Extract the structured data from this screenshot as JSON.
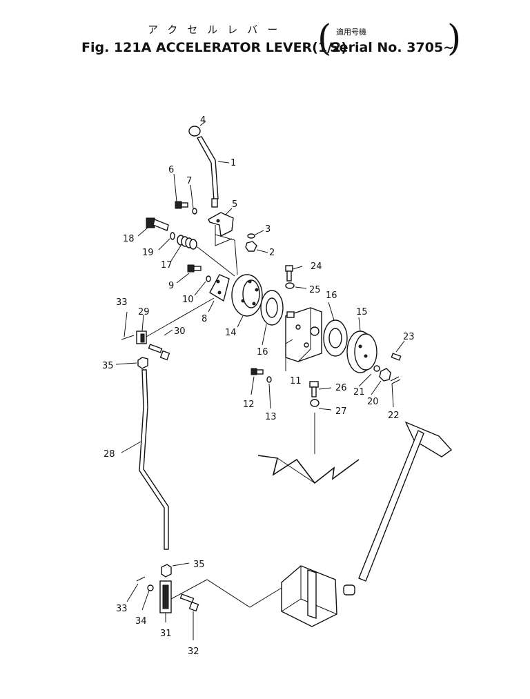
{
  "header": {
    "title_jp": "アクセルレバー",
    "title": "Fig. 121A ACCELERATOR LEVER(1/2)",
    "serial_jp": "適用号機",
    "serial": "Serial No. 3705~",
    "paren_open": "(",
    "paren_close": ")"
  },
  "callouts": [
    {
      "id": "c4",
      "text": "4"
    },
    {
      "id": "c1",
      "text": "1"
    },
    {
      "id": "c6",
      "text": "6"
    },
    {
      "id": "c7",
      "text": "7"
    },
    {
      "id": "c5",
      "text": "5"
    },
    {
      "id": "c3",
      "text": "3"
    },
    {
      "id": "c2",
      "text": "2"
    },
    {
      "id": "c18",
      "text": "18"
    },
    {
      "id": "c19",
      "text": "19"
    },
    {
      "id": "c17",
      "text": "17"
    },
    {
      "id": "c9",
      "text": "9"
    },
    {
      "id": "c10",
      "text": "10"
    },
    {
      "id": "c24",
      "text": "24"
    },
    {
      "id": "c25",
      "text": "25"
    },
    {
      "id": "c33a",
      "text": "33"
    },
    {
      "id": "c29",
      "text": "29"
    },
    {
      "id": "c8",
      "text": "8"
    },
    {
      "id": "c16a",
      "text": "16"
    },
    {
      "id": "c15",
      "text": "15"
    },
    {
      "id": "c30",
      "text": "30"
    },
    {
      "id": "c14",
      "text": "14"
    },
    {
      "id": "c16b",
      "text": "16"
    },
    {
      "id": "c23",
      "text": "23"
    },
    {
      "id": "c35a",
      "text": "35"
    },
    {
      "id": "c11",
      "text": "11"
    },
    {
      "id": "c21",
      "text": "21"
    },
    {
      "id": "c20",
      "text": "20"
    },
    {
      "id": "c26",
      "text": "26"
    },
    {
      "id": "c12",
      "text": "12"
    },
    {
      "id": "c13",
      "text": "13"
    },
    {
      "id": "c27",
      "text": "27"
    },
    {
      "id": "c22",
      "text": "22"
    },
    {
      "id": "c28",
      "text": "28"
    },
    {
      "id": "c35b",
      "text": "35"
    },
    {
      "id": "c33b",
      "text": "33"
    },
    {
      "id": "c34",
      "text": "34"
    },
    {
      "id": "c31",
      "text": "31"
    },
    {
      "id": "c32",
      "text": "32"
    }
  ]
}
